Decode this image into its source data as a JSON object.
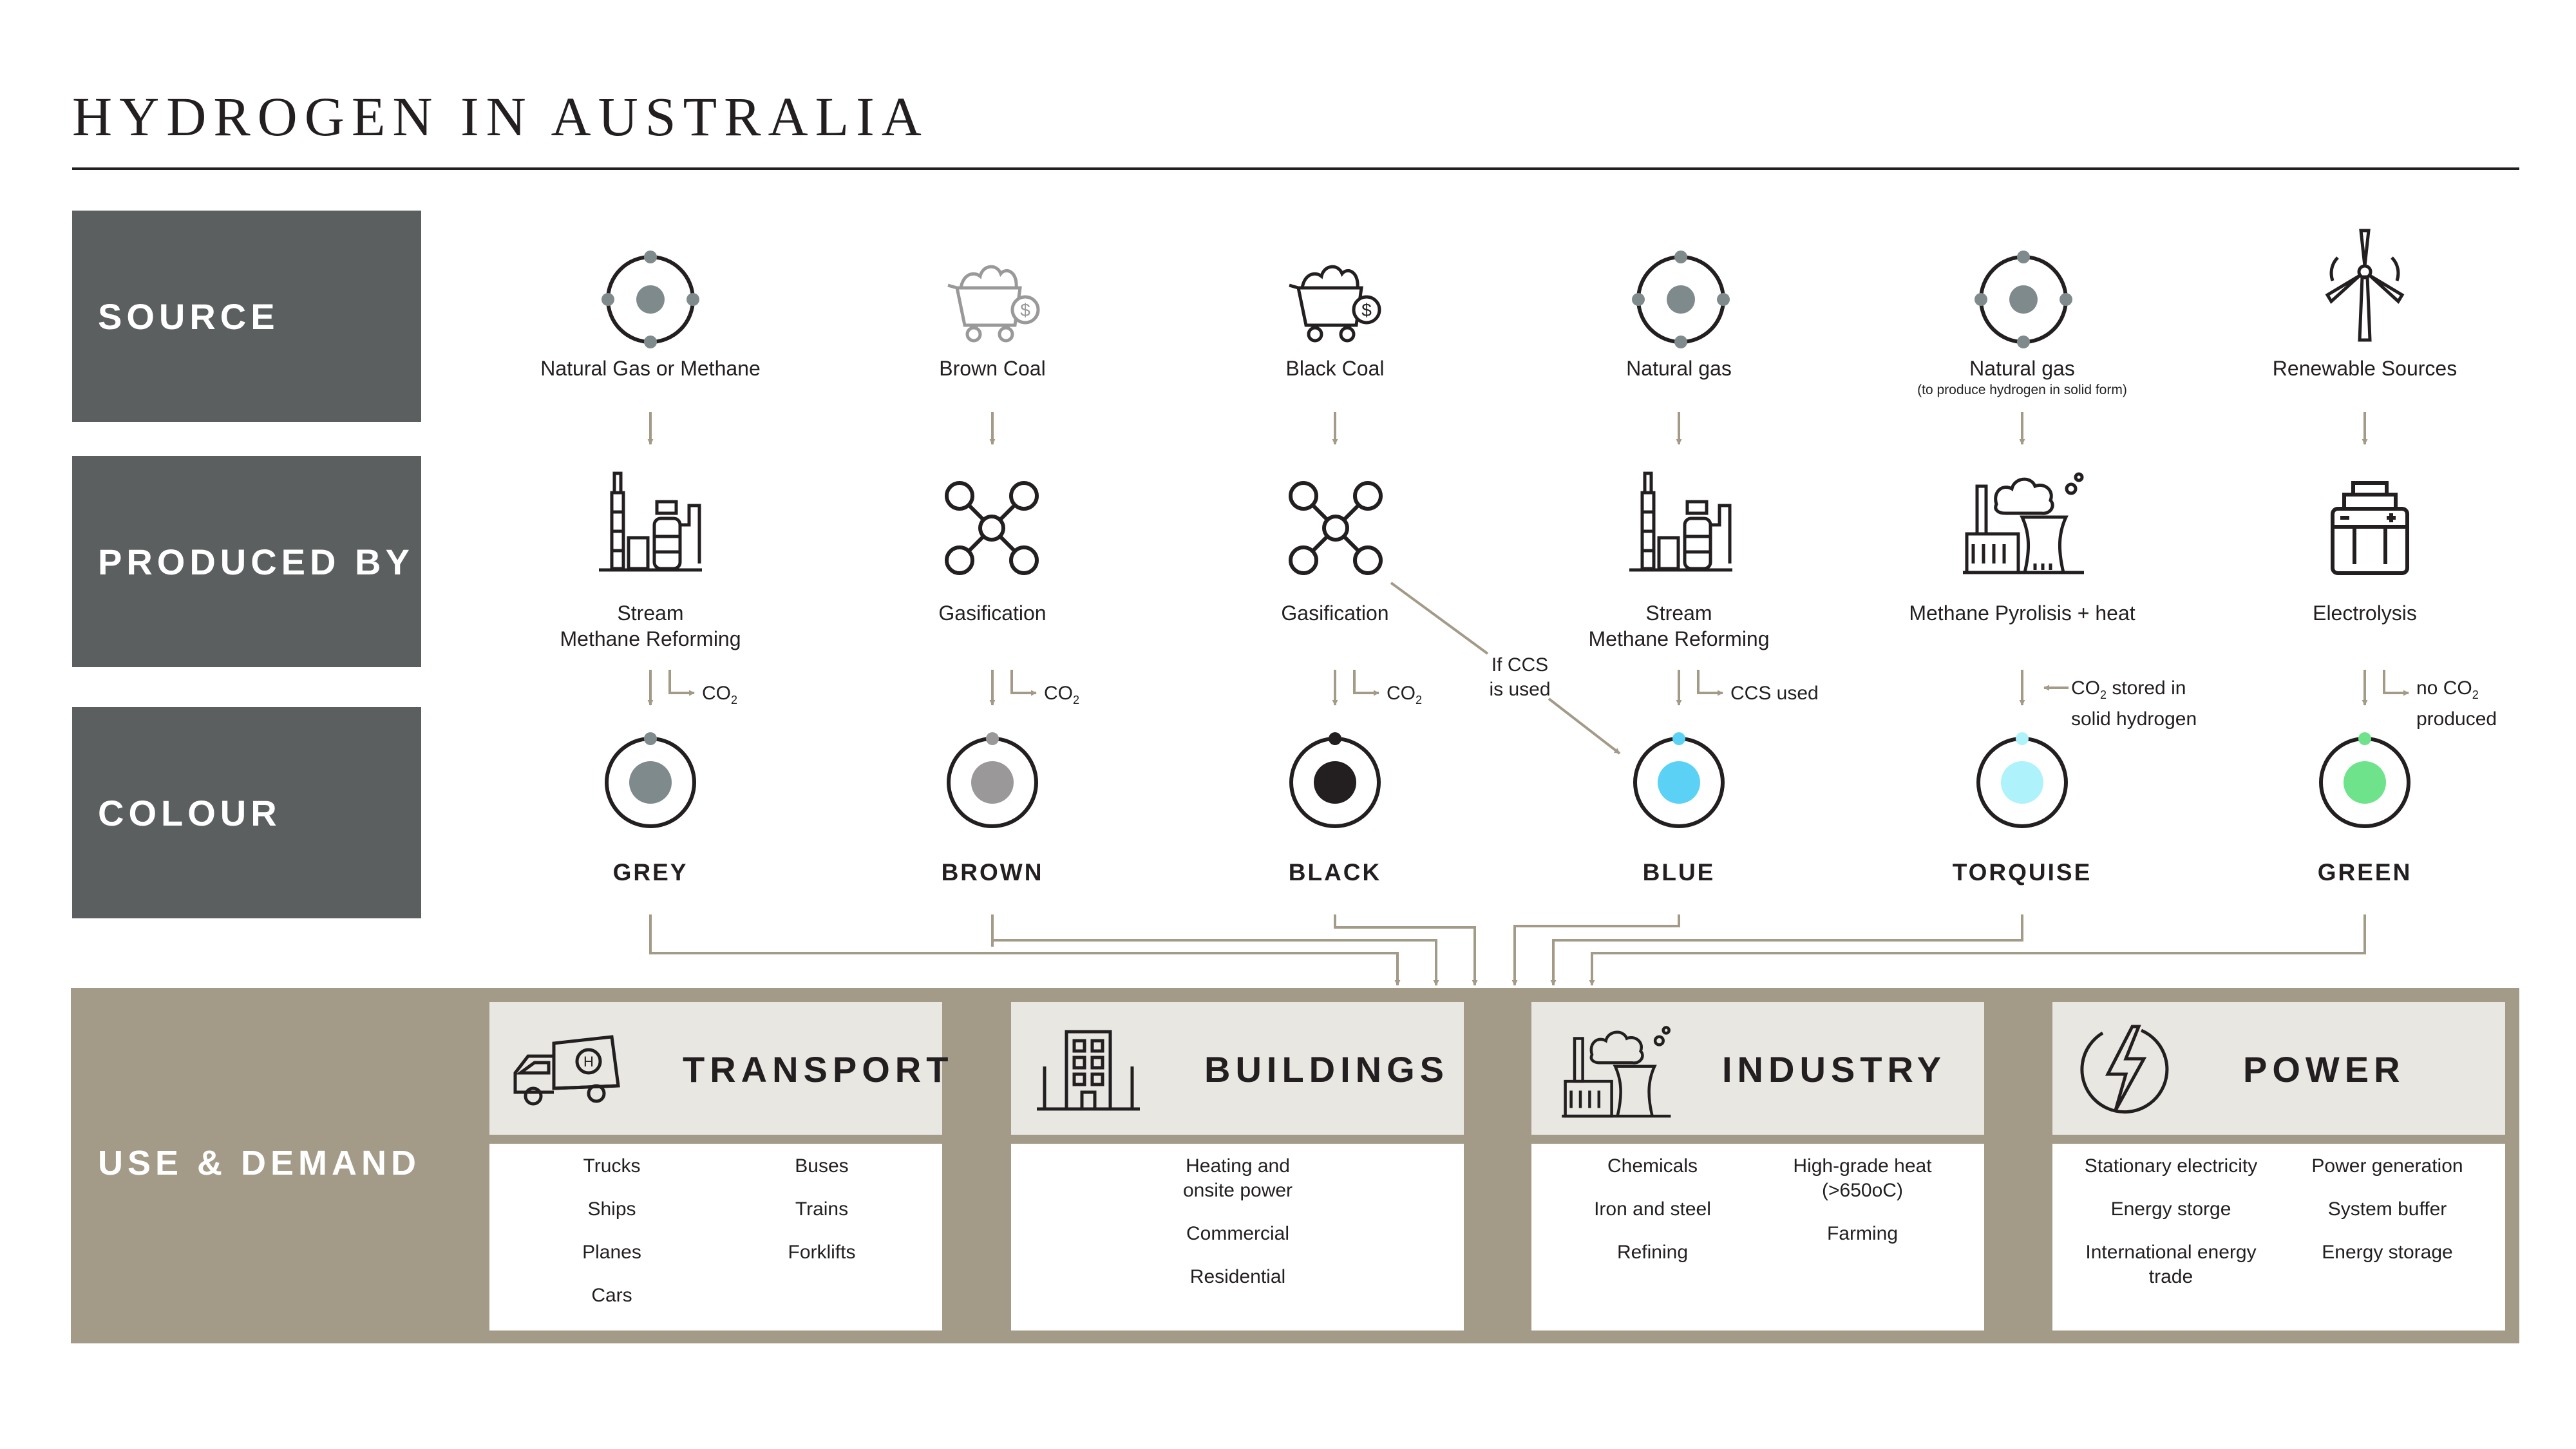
{
  "title": "HYDROGEN IN AUSTRALIA",
  "rows": {
    "source": "SOURCE",
    "produced_by": "PRODUCED BY",
    "colour": "COLOUR",
    "use": "USE & DEMAND"
  },
  "columns": [
    {
      "source": "Natural Gas or Methane",
      "source_note": "",
      "process": [
        "Stream",
        "Methane Reforming"
      ],
      "byproduct": "CO",
      "byproduct_sub": "2",
      "byproduct_line2": "",
      "colour": "GREY",
      "hex": "#7e8a8c"
    },
    {
      "source": "Brown Coal",
      "source_note": "",
      "process": [
        "Gasification"
      ],
      "byproduct": "CO",
      "byproduct_sub": "2",
      "byproduct_line2": "",
      "colour": "BROWN",
      "hex": "#9a9898"
    },
    {
      "source": "Black Coal",
      "source_note": "",
      "process": [
        "Gasification"
      ],
      "byproduct": "CO",
      "byproduct_sub": "2",
      "byproduct_line2": "",
      "colour": "BLACK",
      "hex": "#231f20"
    },
    {
      "source": "Natural gas",
      "source_note": "",
      "process": [
        "Stream",
        "Methane Reforming"
      ],
      "byproduct": "CCS used",
      "byproduct_sub": "",
      "byproduct_line2": "",
      "colour": "BLUE",
      "hex": "#5bd2f5"
    },
    {
      "source": "Natural gas",
      "source_note": "(to produce hydrogen in solid form)",
      "process": [
        "Methane Pyrolisis + heat"
      ],
      "byproduct": "CO",
      "byproduct_sub": "2",
      "byproduct_after": " stored in",
      "byproduct_line2": "solid hydrogen",
      "colour": "TORQUISE",
      "hex": "#aef2fb"
    },
    {
      "source": "Renewable Sources",
      "source_note": "",
      "process": [
        "Electrolysis"
      ],
      "byproduct": "no CO",
      "byproduct_sub": "2",
      "byproduct_line2": "produced",
      "colour": "GREEN",
      "hex": "#6fe38b"
    }
  ],
  "ccs_note": [
    "If CCS",
    "is used"
  ],
  "colors": {
    "row_label_bg": "#5b5f60",
    "use_band_bg": "#a39a87",
    "arrow": "#a39a87",
    "card_head_bg": "#e8e7e2"
  },
  "uses": [
    {
      "title": "TRANSPORT",
      "icon": "truck-icon",
      "col1": [
        "Trucks",
        "Ships",
        "Planes",
        "Cars"
      ],
      "col2": [
        "Buses",
        "Trains",
        "Forklifts"
      ]
    },
    {
      "title": "BUILDINGS",
      "icon": "building-icon",
      "col1": [
        "Heating and onsite power",
        "Commercial",
        "Residential"
      ],
      "col2": []
    },
    {
      "title": "INDUSTRY",
      "icon": "factory-icon",
      "col1": [
        "Chemicals",
        "Iron and steel",
        "Refining"
      ],
      "col2": [
        "High-grade heat (>650oC)",
        "Farming"
      ]
    },
    {
      "title": "POWER",
      "icon": "lightning-icon",
      "col1": [
        "Stationary electricity",
        "Energy storge",
        "International energy trade"
      ],
      "col2": [
        "Power generation",
        "System buffer",
        "Energy storage"
      ]
    }
  ]
}
